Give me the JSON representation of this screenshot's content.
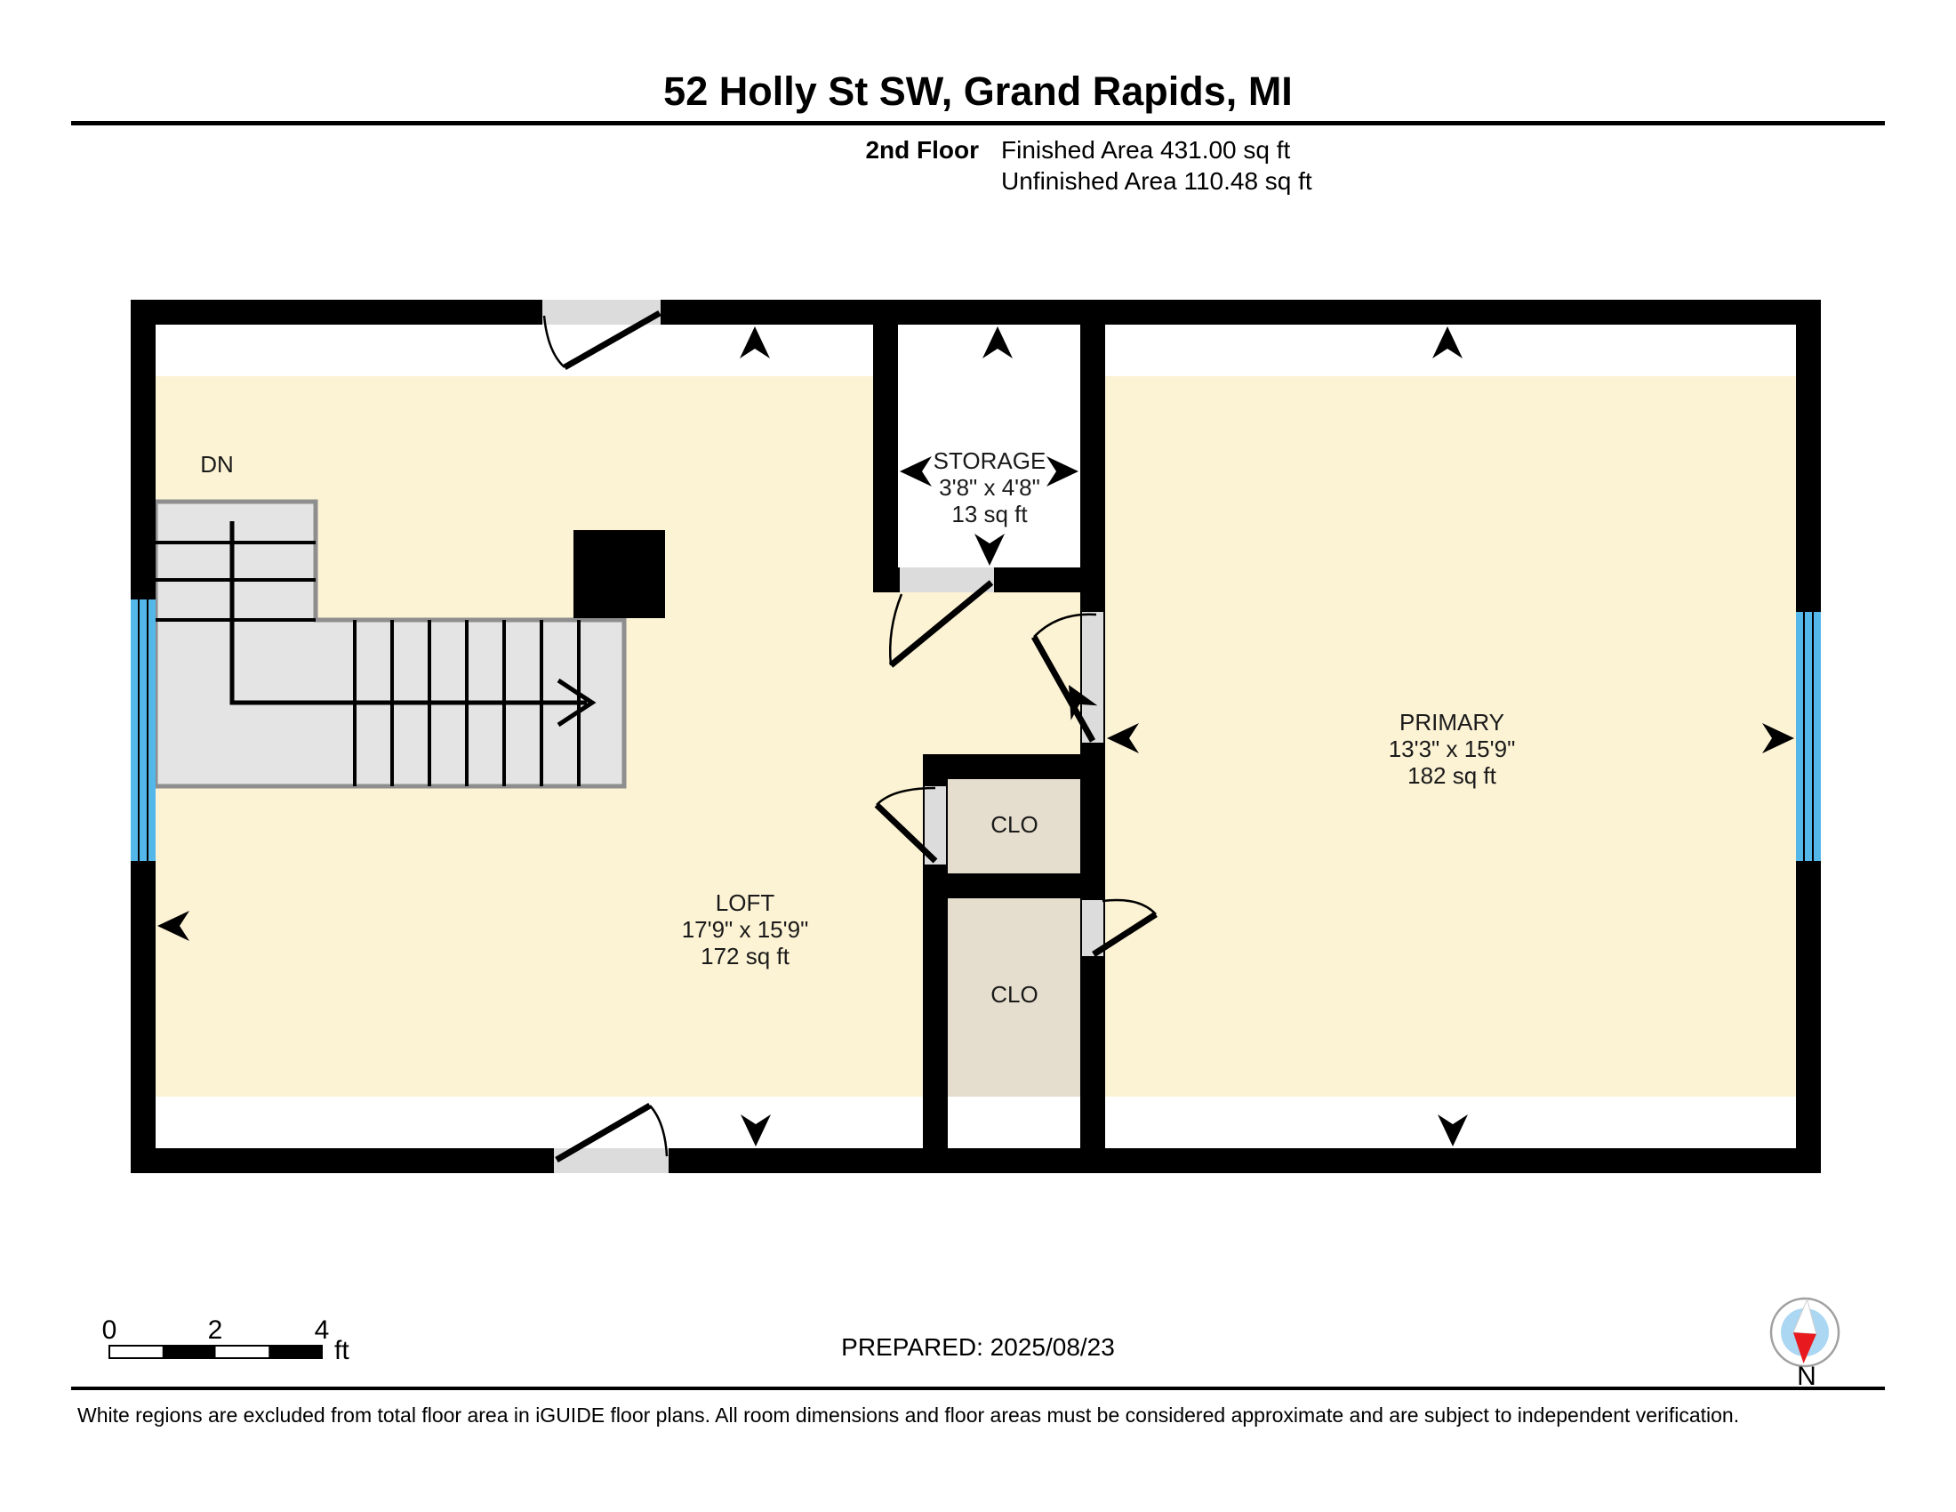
{
  "header": {
    "title": "52 Holly St SW, Grand Rapids, MI",
    "floor_label": "2nd Floor",
    "finished_area": "Finished Area 431.00 sq ft",
    "unfinished_area": "Unfinished Area 110.48 sq ft"
  },
  "plan": {
    "stairs_label": "DN",
    "rooms": {
      "storage": {
        "name": "STORAGE",
        "dims": "3'8\" x 4'8\"",
        "area": "13 sq ft"
      },
      "primary": {
        "name": "PRIMARY",
        "dims": "13'3\" x 15'9\"",
        "area": "182 sq ft"
      },
      "loft": {
        "name": "LOFT",
        "dims": "17'9\" x 15'9\"",
        "area": "172 sq ft"
      },
      "closet1": {
        "name": "CLO"
      },
      "closet2": {
        "name": "CLO"
      }
    }
  },
  "colors": {
    "finished_floor": "#fcf2d4",
    "closet_floor": "#e5ddcd",
    "stairs_fill": "#e4e4e4",
    "door_jamb": "#dcdcdc",
    "window_blue": "#54b7ea",
    "compass_inner": "#abd7f2",
    "compass_needle_red": "#e8191f",
    "wall": "#000000"
  },
  "scale_bar": {
    "ticks": [
      "0",
      "2",
      "4"
    ],
    "unit": "ft"
  },
  "prepared_label": "PREPARED: 2025/08/23",
  "compass_label": "N",
  "footer_note": "White regions are excluded from total floor area in iGUIDE floor plans. All room dimensions and floor areas must be considered approximate and are subject to independent verification."
}
